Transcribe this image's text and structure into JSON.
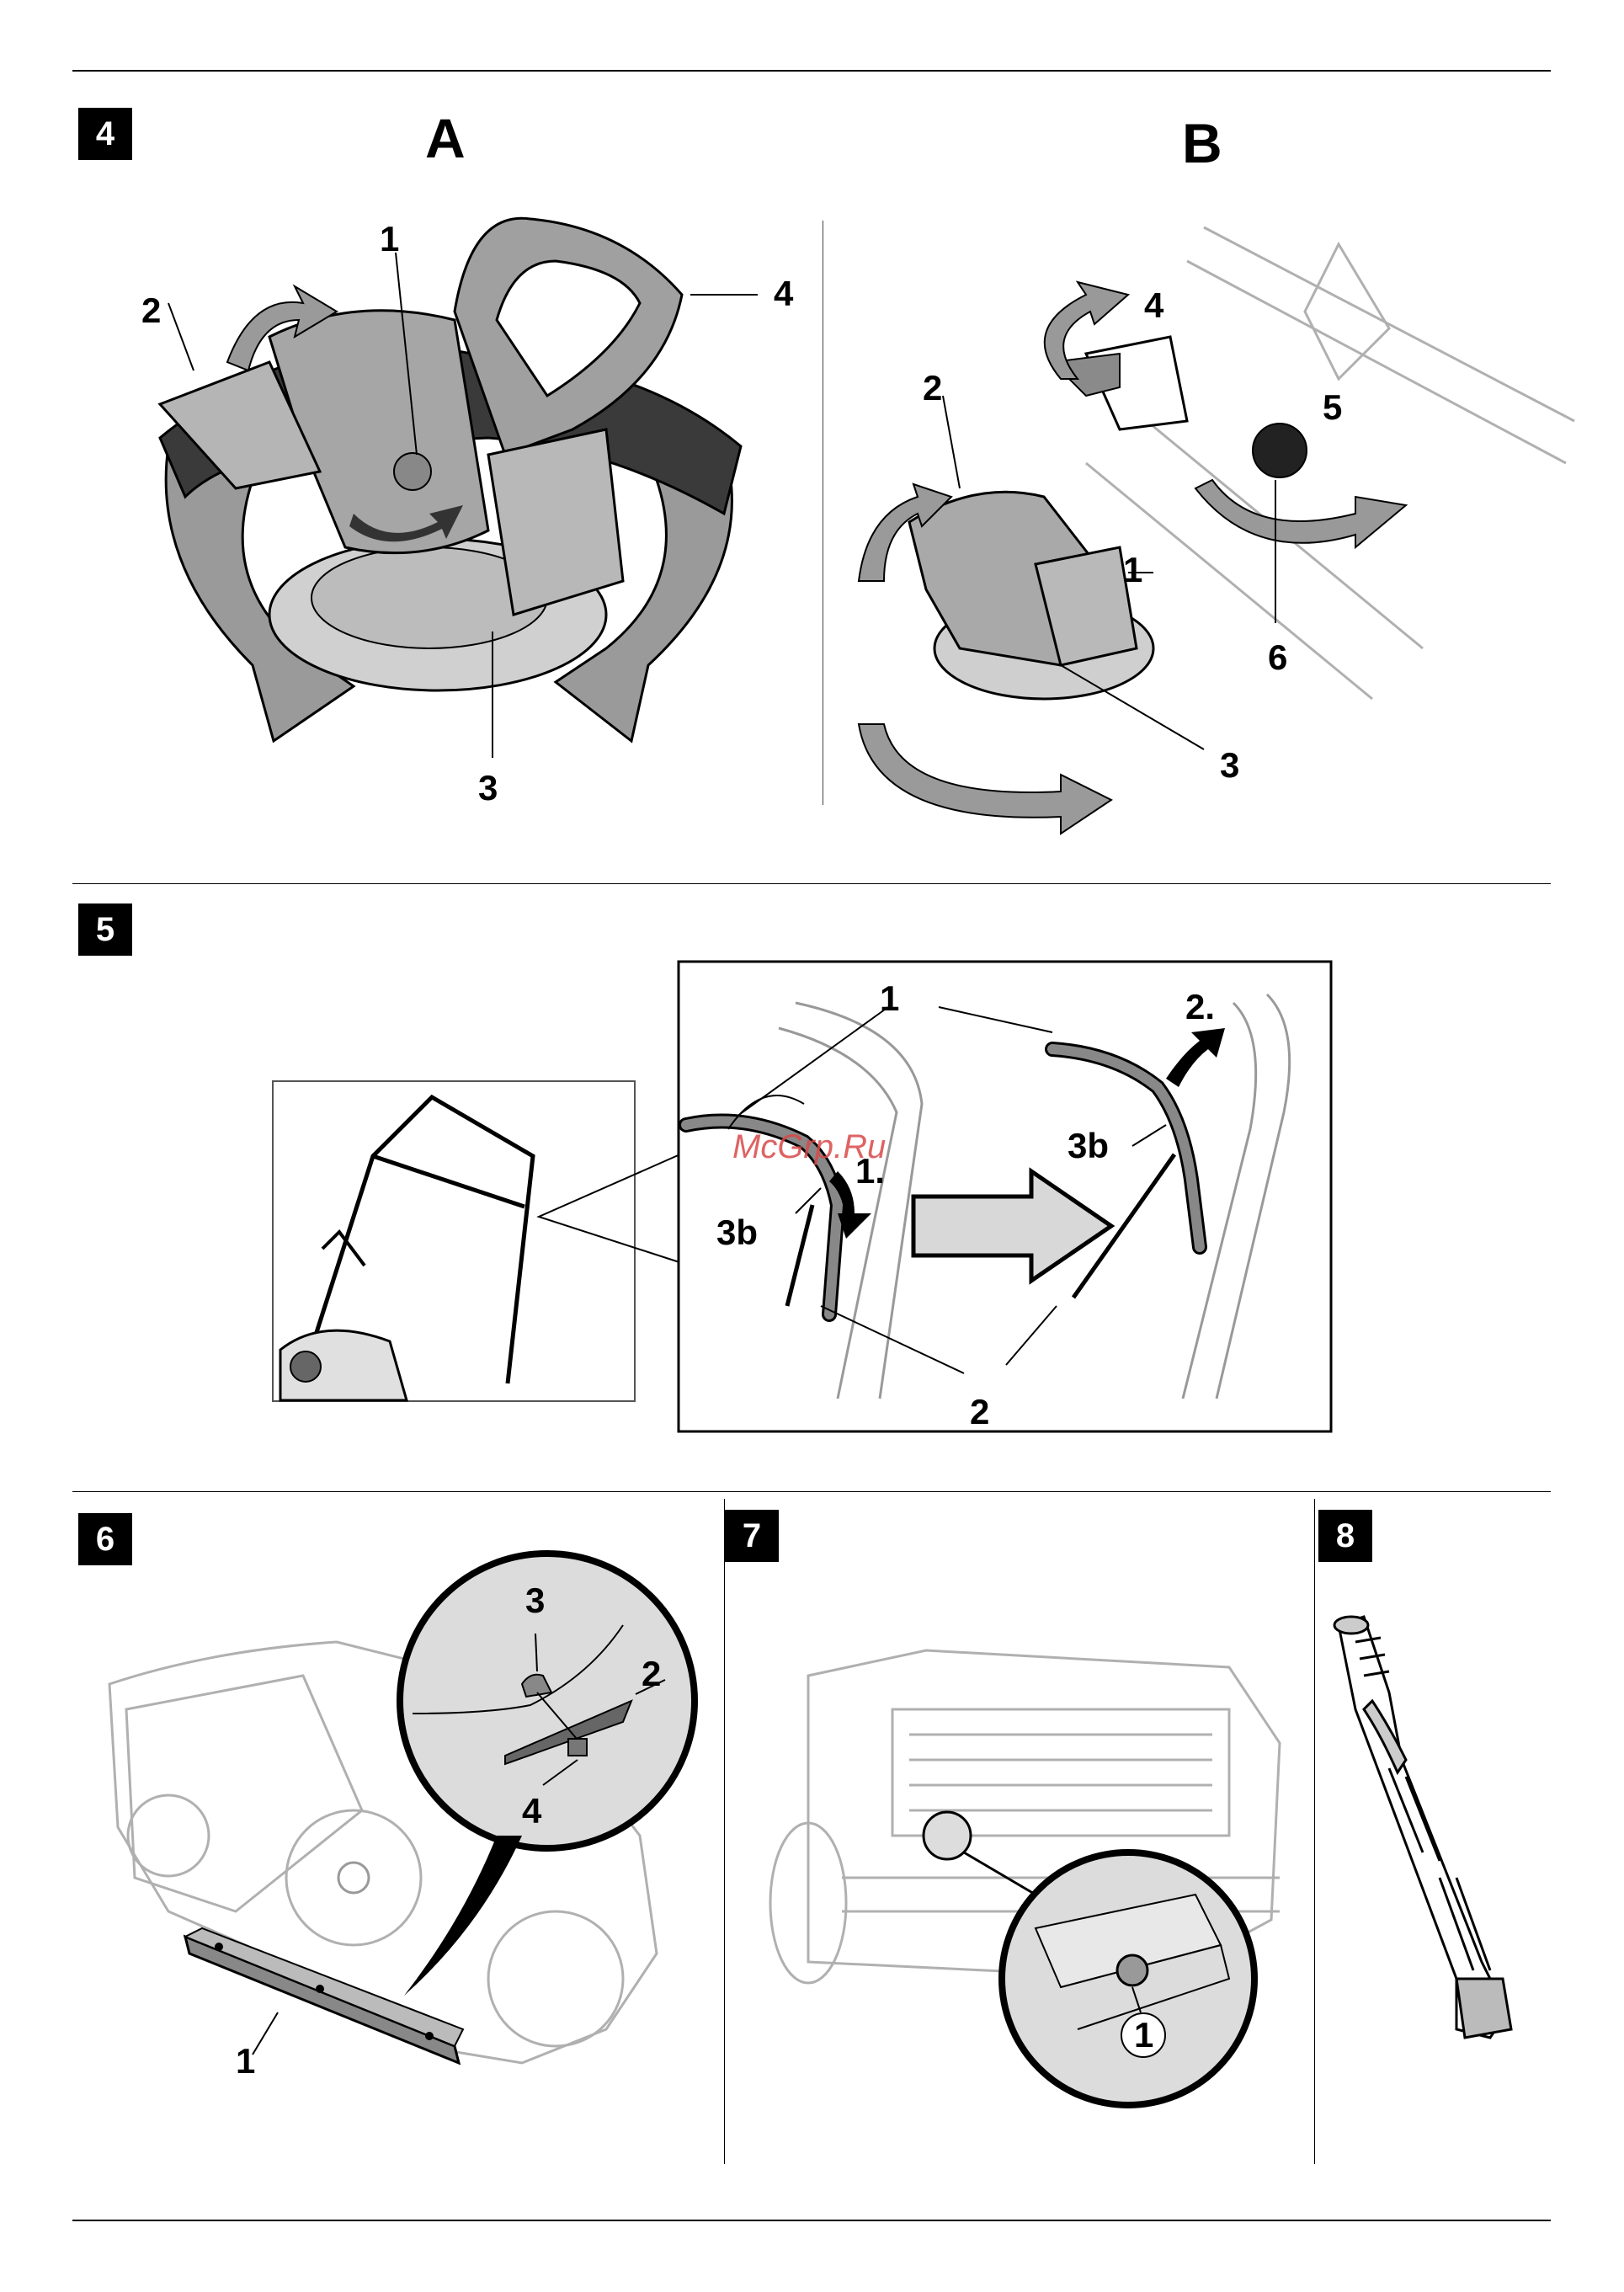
{
  "figures": {
    "fig4": {
      "number": "4",
      "panel_a": {
        "title": "A",
        "callouts": [
          "1",
          "2",
          "3",
          "4"
        ]
      },
      "panel_b": {
        "title": "B",
        "callouts": [
          "1",
          "2",
          "3",
          "4",
          "5",
          "6"
        ]
      }
    },
    "fig5": {
      "number": "5",
      "callouts": [
        "1",
        "2",
        "3b",
        "3b"
      ],
      "steps": [
        "1.",
        "2."
      ]
    },
    "fig6": {
      "number": "6",
      "callouts": [
        "1",
        "2",
        "3",
        "4"
      ]
    },
    "fig7": {
      "number": "7",
      "callouts": [
        "1"
      ]
    },
    "fig8": {
      "number": "8"
    }
  },
  "watermark": "McGrp.Ru",
  "colors": {
    "ink": "#000000",
    "part_gray": "#9a9a9a",
    "dark_gray": "#5a5a5a",
    "light_gray": "#d8d8d8",
    "outline_gray": "#b0b0b0"
  }
}
